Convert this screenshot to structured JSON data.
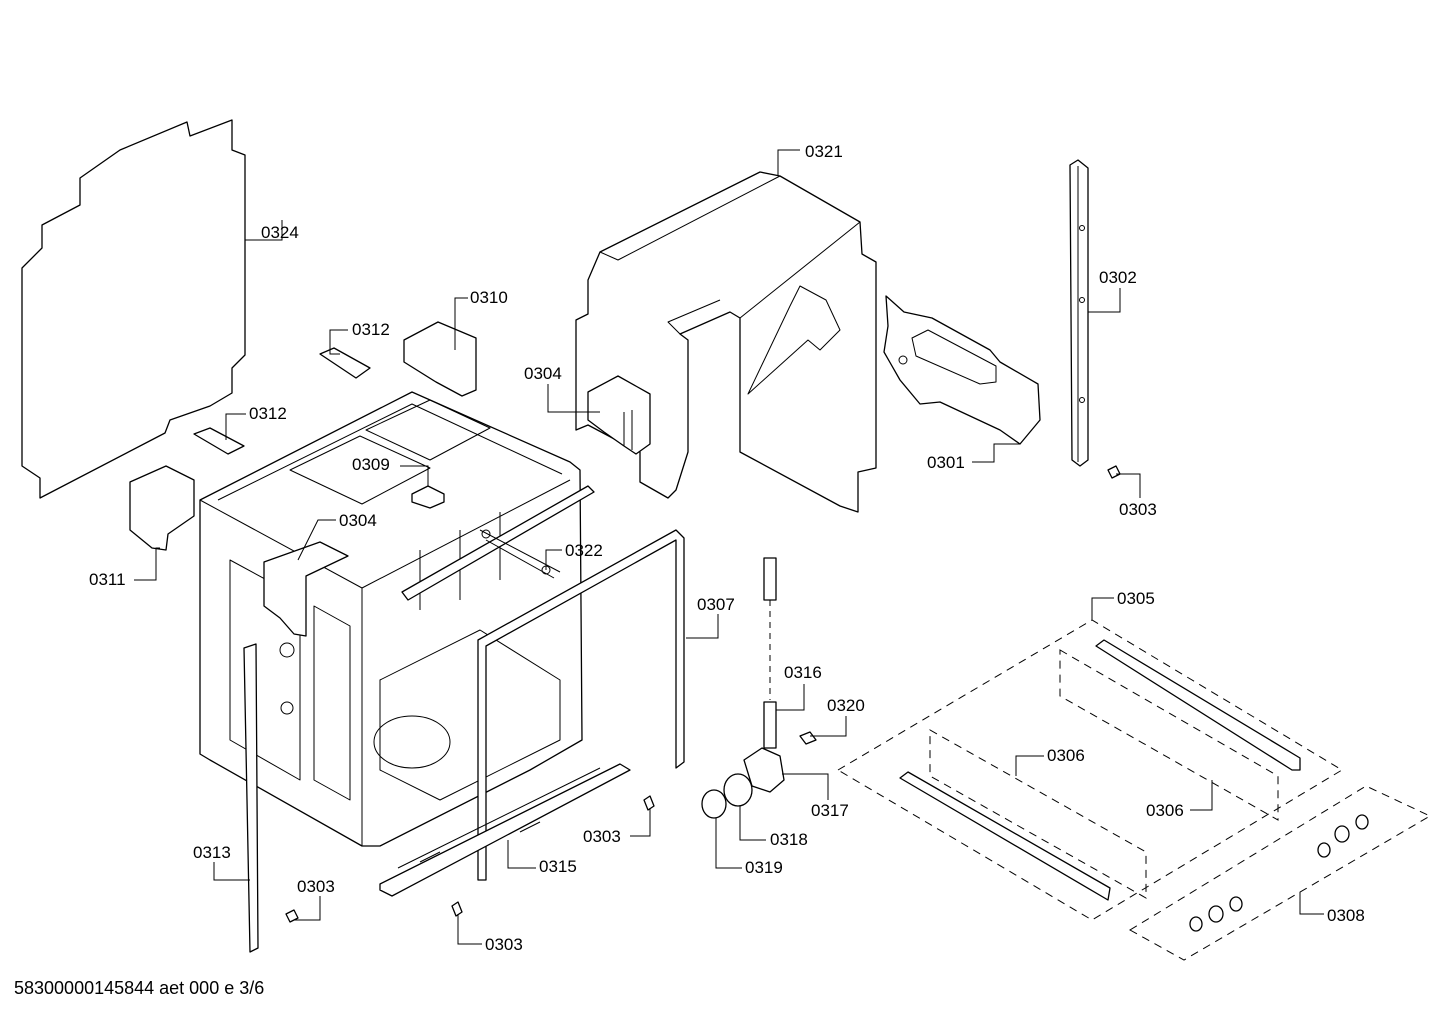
{
  "footer": {
    "text": "58300000145844 aet 000 e 3/6"
  },
  "labels": {
    "p0321": "0321",
    "p0324": "0324",
    "p0310": "0310",
    "p0312a": "0312",
    "p0312b": "0312",
    "p0304a": "0304",
    "p0304b": "0304",
    "p0309": "0309",
    "p0311": "0311",
    "p0322": "0322",
    "p0302": "0302",
    "p0301": "0301",
    "p0303a": "0303",
    "p0303b": "0303",
    "p0303c": "0303",
    "p0303d": "0303",
    "p0305": "0305",
    "p0306a": "0306",
    "p0306b": "0306",
    "p0307": "0307",
    "p0308": "0308",
    "p0313": "0313",
    "p0315": "0315",
    "p0316": "0316",
    "p0317": "0317",
    "p0318": "0318",
    "p0319": "0319",
    "p0320": "0320"
  }
}
